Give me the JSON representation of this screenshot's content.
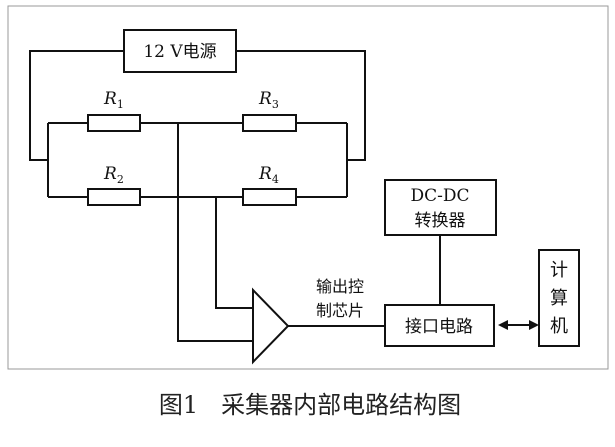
{
  "diagram": {
    "power_supply": "12 V电源",
    "resistors": {
      "r1": {
        "letter": "R",
        "sub": "1"
      },
      "r2": {
        "letter": "R",
        "sub": "2"
      },
      "r3": {
        "letter": "R",
        "sub": "3"
      },
      "r4": {
        "letter": "R",
        "sub": "4"
      }
    },
    "dcdc": {
      "line1": "DC-DC",
      "line2": "转换器"
    },
    "output_chip": {
      "line1": "输出控",
      "line2": "制芯片"
    },
    "interface": "接口电路",
    "computer": {
      "c1": "计",
      "c2": "算",
      "c3": "机"
    },
    "caption": "图1   采集器内部电路结构图"
  }
}
